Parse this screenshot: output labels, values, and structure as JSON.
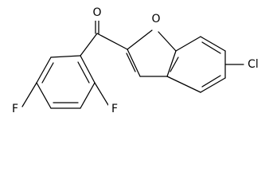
{
  "molecule": {
    "atoms": {
      "carbonyl_oxygen": "O",
      "furan_oxygen": "O",
      "chlorine": "Cl",
      "fluorine_left": "F",
      "fluorine_right": "F"
    }
  }
}
